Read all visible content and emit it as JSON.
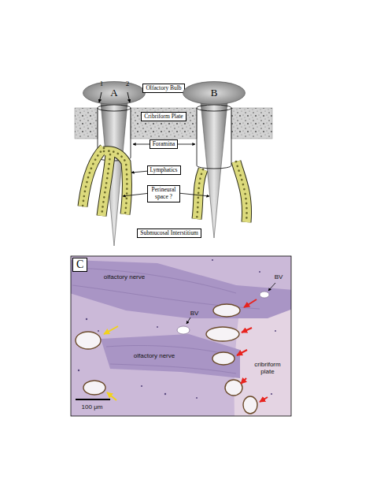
{
  "diagram": {
    "nodes": [
      {
        "text": [
          "A"
        ]
      },
      {
        "text": [
          "Olfactory Bulb"
        ]
      },
      {
        "text": [
          "B"
        ]
      },
      {
        "text": [
          "Cribriform Plate"
        ]
      },
      {
        "text": [
          "Foramina"
        ]
      },
      {
        "text": [
          "Lymphatics"
        ]
      },
      {
        "text": [
          "Perineural space ?"
        ]
      },
      {
        "text": [
          "Submucosal Interstitium"
        ]
      },
      {
        "text": [
          "C"
        ]
      }
    ],
    "labels": [
      "1",
      "2",
      "olfactory nerve",
      "BV",
      "BV",
      "olfactory nerve",
      "cribriform plate",
      "100 μm"
    ]
  }
}
